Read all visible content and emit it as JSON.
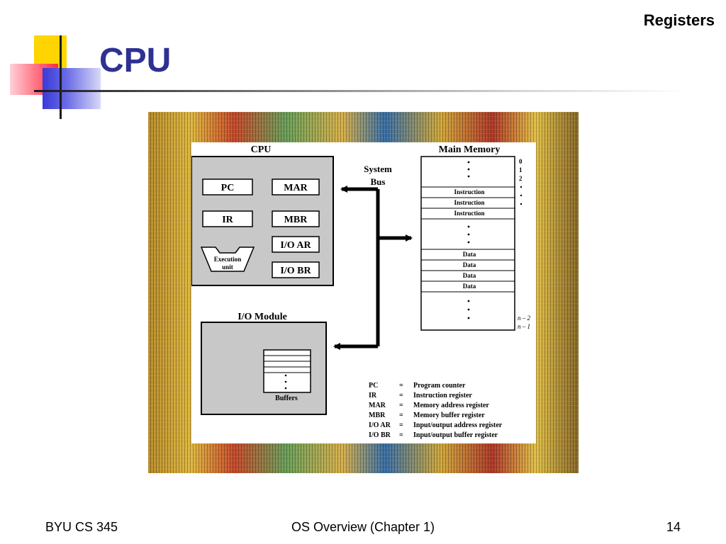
{
  "slide": {
    "title": "CPU",
    "topic": "Registers"
  },
  "diagram": {
    "cpu": {
      "title": "CPU",
      "registers": [
        "PC",
        "MAR",
        "IR",
        "MBR",
        "I/O AR",
        "I/O BR"
      ],
      "execution_unit": [
        "Execution",
        "unit"
      ]
    },
    "bus_label": [
      "System",
      "Bus"
    ],
    "main_memory": {
      "title": "Main Memory",
      "rows": [
        "Instruction",
        "Instruction",
        "Instruction",
        "Data",
        "Data",
        "Data",
        "Data"
      ],
      "index_labels": [
        "0",
        "1",
        "2",
        "n – 2",
        "n – 1"
      ]
    },
    "io_module": {
      "title": "I/O Module",
      "buffers_label": "Buffers"
    },
    "legend": [
      {
        "abbr": "PC",
        "eq": "=",
        "desc": "Program counter"
      },
      {
        "abbr": "IR",
        "eq": "=",
        "desc": "Instruction register"
      },
      {
        "abbr": "MAR",
        "eq": "=",
        "desc": "Memory address register"
      },
      {
        "abbr": "MBR",
        "eq": "=",
        "desc": "Memory buffer register"
      },
      {
        "abbr": "I/O AR",
        "eq": "=",
        "desc": "Input/output address register"
      },
      {
        "abbr": "I/O BR",
        "eq": "=",
        "desc": "Input/output buffer register"
      }
    ]
  },
  "footer": {
    "left": "BYU CS 345",
    "center": "OS Overview (Chapter 1)",
    "right": "14"
  }
}
